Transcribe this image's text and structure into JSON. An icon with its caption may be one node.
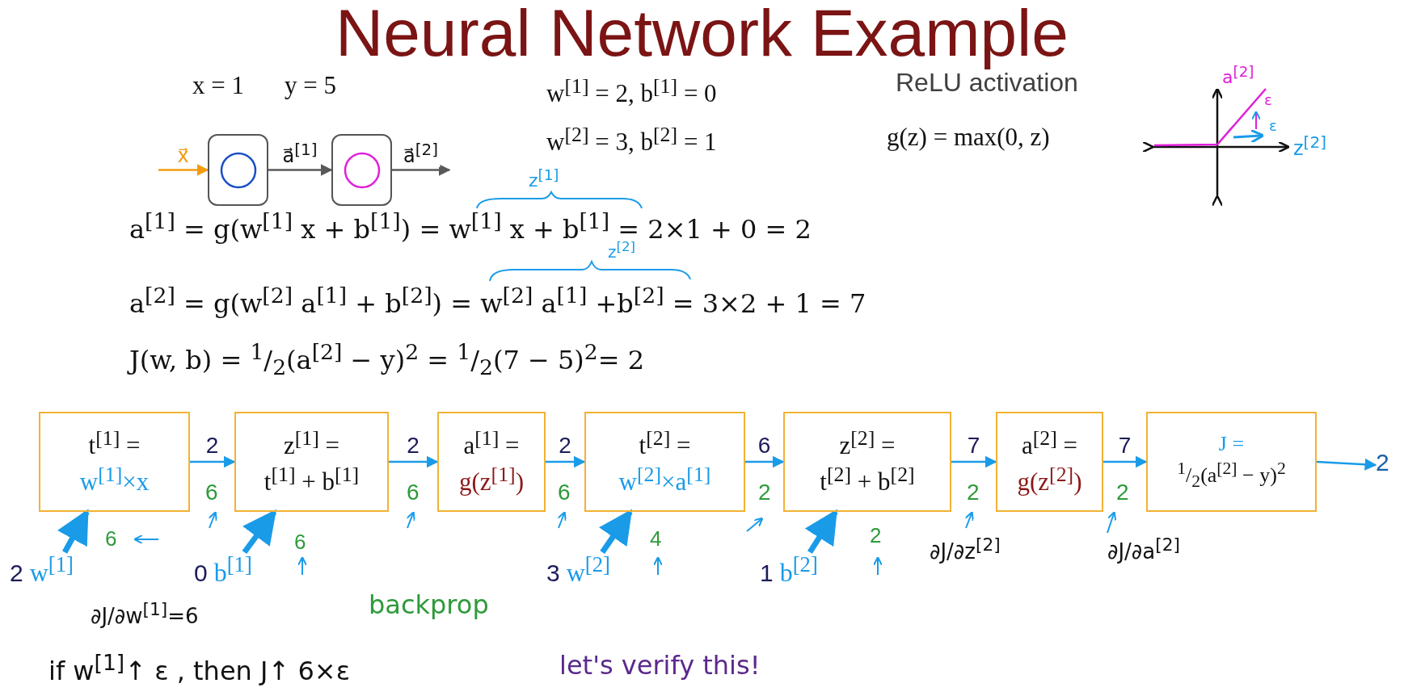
{
  "diagram": {
    "title": "Neural Network Example",
    "nodes": [
      {
        "text": [],
        "shape": "box"
      },
      {
        "text": [],
        "shape": "box"
      },
      {
        "text": [
          "t$^{[1]}$ =",
          "w$^{[1]}$×x"
        ]
      },
      {
        "text": [
          "z$^{[1]}$ =",
          "t$^{[1]}$ + b$^{[1]}$"
        ]
      },
      {
        "text": [
          "a$^{[1]}$ =",
          "g(z$^{[1]}$)"
        ]
      },
      {
        "text": [
          "t$^{[2]}$ =",
          "w$^{[2]}$×a$^{[1]}$"
        ]
      },
      {
        "text": [
          "z$^{[2]}$ =",
          "t$^{[2]}$ + b$^{[2]}$"
        ]
      },
      {
        "text": [
          "a$^{[2]}$ =",
          "g(z$^{[2]}$)"
        ]
      },
      {
        "text": [
          "J =",
          "$^{1}$/$_{2}$(a$^{[2]}$ − y)$^{2}$"
        ]
      },
      {
        "text": [
          "2"
        ]
      },
      {
        "text": [
          "w$^{[1]}$"
        ],
        "beside": [
          "2"
        ]
      },
      {
        "text": [
          "b$^{[1]}$"
        ],
        "beside": [
          "0"
        ]
      },
      {
        "text": [
          "w$^{[2]}$"
        ],
        "beside": [
          "3"
        ]
      },
      {
        "text": [
          "b$^{[2]}$"
        ],
        "beside": [
          "1"
        ]
      }
    ],
    "edges": [
      {
        "from": null,
        "to": 0,
        "arrow": "to",
        "label": "x⃗",
        "color": "#f39c12"
      },
      {
        "from": 0,
        "to": 1,
        "arrow": "to",
        "label": "a⃗$^{[1]}$",
        "color": "#595959"
      },
      {
        "from": 1,
        "to": null,
        "arrow": "to",
        "label": "a⃗$^{[2]}$",
        "color": "#595959"
      },
      {
        "from": 2,
        "to": 3,
        "arrow": "to",
        "label": "2"
      },
      {
        "from": 3,
        "to": 4,
        "arrow": "to",
        "label": "2"
      },
      {
        "from": 4,
        "to": 5,
        "arrow": "to",
        "label": "2"
      },
      {
        "from": 5,
        "to": 6,
        "arrow": "to",
        "label": "6"
      },
      {
        "from": 6,
        "to": 7,
        "arrow": "to",
        "label": "7"
      },
      {
        "from": 7,
        "to": 8,
        "arrow": "to",
        "label": "7"
      },
      {
        "from": 8,
        "to": 9,
        "arrow": "to"
      },
      {
        "from": 10,
        "to": 2,
        "arrow": "to",
        "style": "thick"
      },
      {
        "from": 11,
        "to": 3,
        "arrow": "to",
        "style": "thick"
      },
      {
        "from": 12,
        "to": 5,
        "arrow": "to",
        "style": "thick"
      },
      {
        "from": 13,
        "to": 6,
        "arrow": "to",
        "style": "thick"
      }
    ],
    "labels": [
      "x = 1",
      "y = 5",
      "w$^{[1]}$ = 2, b$^{[1]}$ = 0",
      "w$^{[2]}$ = 3, b$^{[2]}$ = 1",
      "ReLU activation",
      "g(z) = max(0, z)",
      "a$^{[2]}$",
      "ε",
      "ε",
      "z$^{[2]}$",
      "z$^{[1]}$",
      "a$^{[1]}$ = g(w$^{[1]}$ x + b$^{[1]}$) = w$^{[1]}$ x + b$^{[1]}$ = 2×1 + 0 = 2",
      "z$^{[2]}$",
      "a$^{[2]}$ = g(w$^{[2]}$ a$^{[1]}$ + b$^{[2]}$) = w$^{[2]}$ a$^{[1]}$ +b$^{[2]}$ = 3×2 + 1 = 7",
      "J(w, b) = $^{1}$/$_{2}$(a$^{[2]}$ − y)$^{2}$ = $^{1}$/$_{2}$(7 − 5)$^{2}$= 2",
      "6",
      "6",
      "6",
      "2",
      "2",
      "2",
      "6",
      "6",
      "4",
      "2",
      "∂J/∂w$^{[1]}$=6",
      "backprop",
      "∂J/∂z$^{[2]}$",
      "∂J/∂a$^{[2]}$",
      "if w$^{[1]}$↑ ε , then J↑ 6×ε",
      "let's verify this!"
    ]
  }
}
